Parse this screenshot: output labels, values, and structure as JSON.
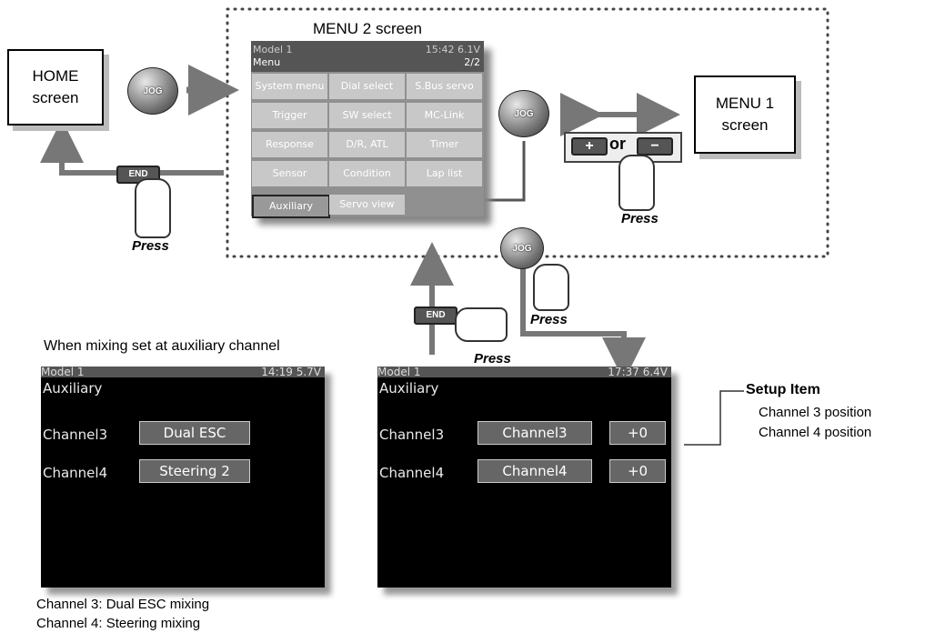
{
  "menu2_title": "MENU 2 screen",
  "home_box": "HOME screen",
  "menu1_box": "MENU 1 screen",
  "jog_label": "JOG",
  "end_label": "END",
  "press_label": "Press",
  "or_label": "or",
  "plus_symbol": "+",
  "minus_symbol": "−",
  "menu2": {
    "model": "Model 1",
    "time": "15:42 6.1V",
    "title": "Menu",
    "page": "2/2",
    "items": [
      "System menu",
      "Dial select",
      "S.Bus servo",
      "Trigger",
      "SW select",
      "MC-Link",
      "Response",
      "D/R, ATL",
      "Timer",
      "Sensor",
      "Condition",
      "Lap list",
      "Auxiliary",
      "Servo view"
    ]
  },
  "caption_mix": "When mixing set at auxiliary channel",
  "left_screen": {
    "model": "Model 1",
    "status": "14:19 5.7V",
    "title": "Auxiliary",
    "rows": [
      {
        "label": "Channel3",
        "value": "Dual ESC"
      },
      {
        "label": "Channel4",
        "value": "Steering 2"
      }
    ]
  },
  "right_screen": {
    "model": "Model 1",
    "status": "17:37 6.4V",
    "title": "Auxiliary",
    "rows": [
      {
        "label": "Channel3",
        "value": "Channel3",
        "offset": "+0"
      },
      {
        "label": "Channel4",
        "value": "Channel4",
        "offset": "+0"
      }
    ]
  },
  "setup": {
    "heading": "Setup Item",
    "line1": "Channel 3  position",
    "line2": "Channel 4  position"
  },
  "footnote1": "Channel 3: Dual ESC mixing",
  "footnote2": "Channel 4: Steering mixing"
}
